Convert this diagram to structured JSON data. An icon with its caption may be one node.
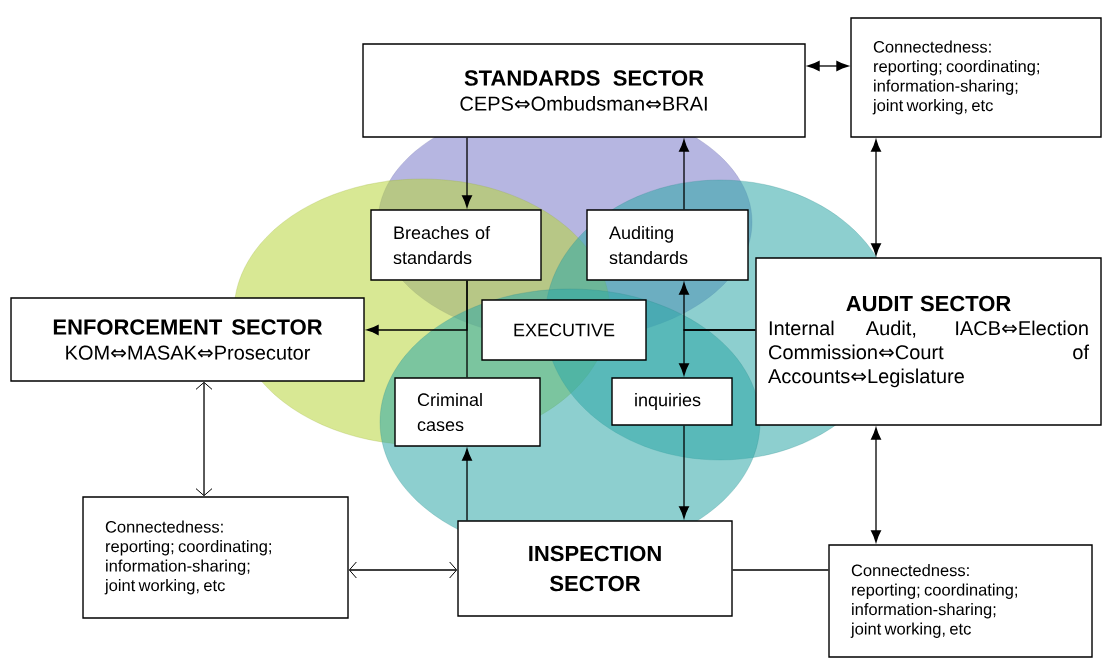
{
  "diagram": {
    "nodes": [
      {
        "text": [
          "STANDARDS SECTOR",
          "CEPS⇔Ombudsman⇔BRAI"
        ]
      },
      {
        "text": [
          "Connectedness:",
          "reporting; coordinating; information-sharing; joint working, etc"
        ]
      },
      {
        "text": [
          "Breaches of standards"
        ]
      },
      {
        "text": [
          "Auditing standards"
        ]
      },
      {
        "text": [
          "ENFORCEMENT SECTOR",
          "KOM⇔MASAK⇔Prosecutor"
        ]
      },
      {
        "text": [
          "EXECUTIVE"
        ]
      },
      {
        "text": [
          "AUDIT SECTOR",
          "Internal Audit, IACB⇔Election Commission⇔Court of Accounts⇔Legislature"
        ]
      },
      {
        "text": [
          "Criminal cases"
        ]
      },
      {
        "text": [
          "inquiries"
        ]
      },
      {
        "text": [
          "Connectedness:",
          "reporting; coordinating; information-sharing; joint working, etc"
        ]
      },
      {
        "text": [
          "INSPECTION SECTOR"
        ]
      },
      {
        "text": [
          "Connectedness:",
          "reporting; coordinating; information-sharing; joint working, etc"
        ]
      }
    ],
    "edges": [
      {
        "from": 0,
        "to": 2,
        "arrow": "to"
      },
      {
        "from": 3,
        "to": 0,
        "arrow": "to"
      },
      {
        "from": 0,
        "to": 1,
        "arrow": "both"
      },
      {
        "from": 1,
        "to": 6,
        "arrow": "both"
      },
      {
        "from": 2,
        "to": 7,
        "arrow": "none"
      },
      {
        "from": 2,
        "to": 4,
        "arrow": "to"
      },
      {
        "from": 6,
        "to": 3,
        "arrow": "to"
      },
      {
        "from": 6,
        "to": 8,
        "arrow": "to"
      },
      {
        "from": 8,
        "to": 10,
        "arrow": "to"
      },
      {
        "from": 10,
        "to": 7,
        "arrow": "to"
      },
      {
        "from": 4,
        "to": 9,
        "arrow": "both"
      },
      {
        "from": 9,
        "to": 10,
        "arrow": "both"
      },
      {
        "from": 6,
        "to": 11,
        "arrow": "both"
      },
      {
        "from": 10,
        "to": 11,
        "arrow": "none"
      }
    ]
  }
}
